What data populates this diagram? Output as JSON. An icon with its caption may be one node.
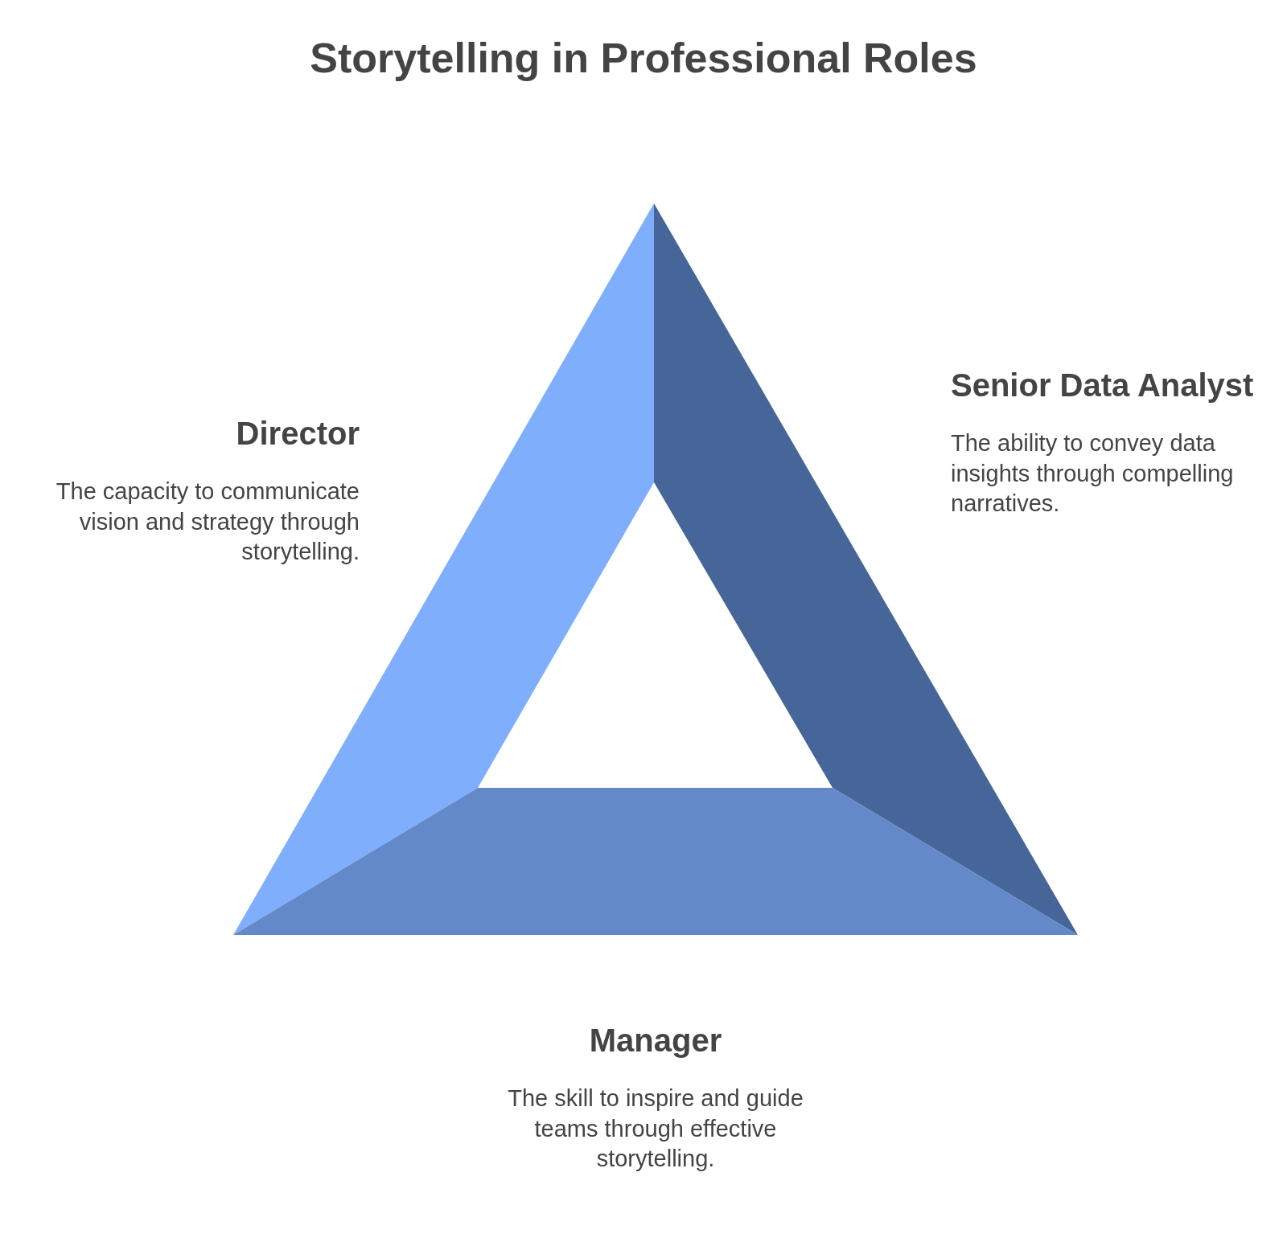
{
  "diagram": {
    "title": "Storytelling in Professional Roles",
    "nodes": [
      {
        "text": [
          "Director",
          "The capacity to communicate vision and strategy through storytelling."
        ]
      },
      {
        "text": [
          "Senior Data Analyst",
          "The ability to convey data insights through compelling narratives."
        ]
      },
      {
        "text": [
          "Manager",
          "The skill to inspire and guide teams through effective storytelling."
        ]
      }
    ],
    "edges": []
  }
}
